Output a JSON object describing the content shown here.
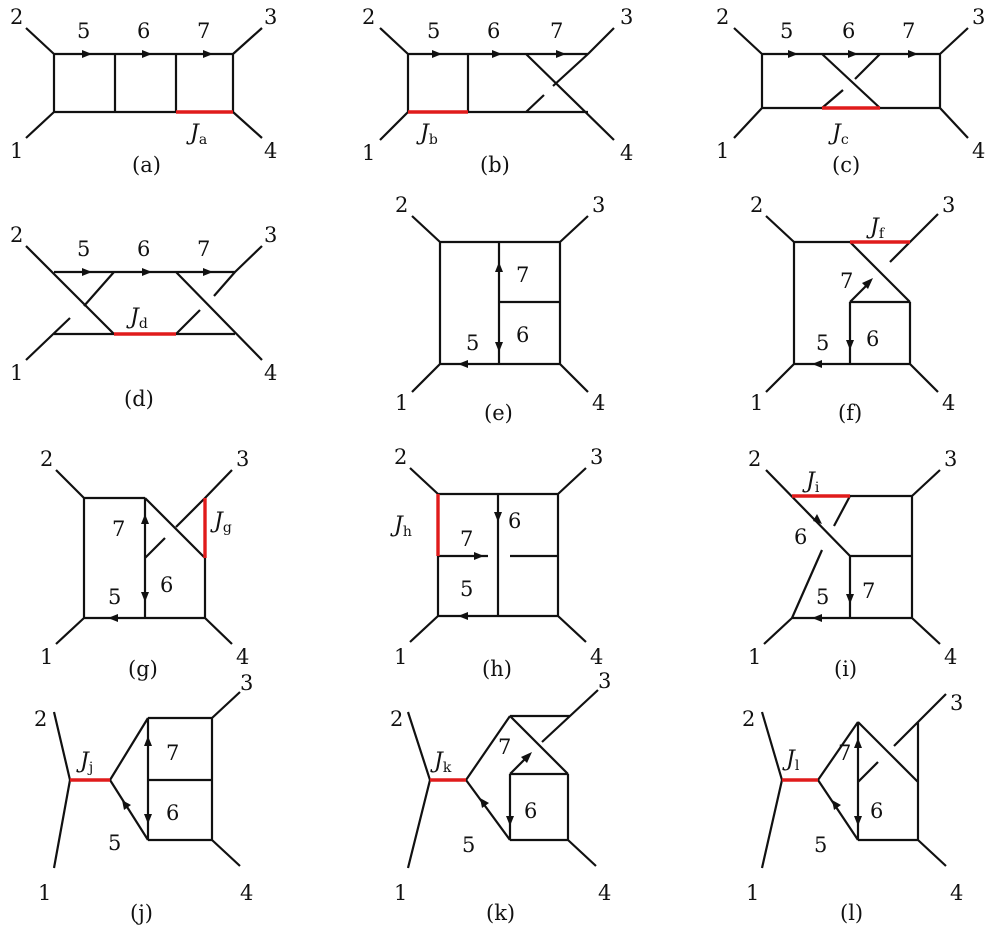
{
  "line_color": "#111111",
  "highlight_color": "#e01b1b",
  "panels": {
    "a": {
      "caption": "(a)",
      "integral": "J",
      "sub": "a",
      "ext": [
        "1",
        "2",
        "3",
        "4"
      ],
      "props": [
        "5",
        "6",
        "7"
      ]
    },
    "b": {
      "caption": "(b)",
      "integral": "J",
      "sub": "b",
      "ext": [
        "1",
        "2",
        "3",
        "4"
      ],
      "props": [
        "5",
        "6",
        "7"
      ]
    },
    "c": {
      "caption": "(c)",
      "integral": "J",
      "sub": "c",
      "ext": [
        "1",
        "2",
        "3",
        "4"
      ],
      "props": [
        "5",
        "6",
        "7"
      ]
    },
    "d": {
      "caption": "(d)",
      "integral": "J",
      "sub": "d",
      "ext": [
        "1",
        "2",
        "3",
        "4"
      ],
      "props": [
        "5",
        "6",
        "7"
      ]
    },
    "e": {
      "caption": "(e)",
      "ext": [
        "1",
        "2",
        "3",
        "4"
      ],
      "props": [
        "5",
        "6",
        "7"
      ]
    },
    "f": {
      "caption": "(f)",
      "integral": "J",
      "sub": "f",
      "ext": [
        "1",
        "2",
        "3",
        "4"
      ],
      "props": [
        "5",
        "6",
        "7"
      ]
    },
    "g": {
      "caption": "(g)",
      "integral": "J",
      "sub": "g",
      "ext": [
        "1",
        "2",
        "3",
        "4"
      ],
      "props": [
        "5",
        "6",
        "7"
      ]
    },
    "h": {
      "caption": "(h)",
      "integral": "J",
      "sub": "h",
      "ext": [
        "1",
        "2",
        "3",
        "4"
      ],
      "props": [
        "5",
        "6",
        "7"
      ]
    },
    "i": {
      "caption": "(i)",
      "integral": "J",
      "sub": "i",
      "ext": [
        "1",
        "2",
        "3",
        "4"
      ],
      "props": [
        "5",
        "6",
        "7"
      ]
    },
    "j": {
      "caption": "(j)",
      "integral": "J",
      "sub": "j",
      "ext": [
        "1",
        "2",
        "3",
        "4"
      ],
      "props": [
        "5",
        "6",
        "7"
      ]
    },
    "k": {
      "caption": "(k)",
      "integral": "J",
      "sub": "k",
      "ext": [
        "1",
        "2",
        "3",
        "4"
      ],
      "props": [
        "5",
        "6",
        "7"
      ]
    },
    "l": {
      "caption": "(l)",
      "integral": "J",
      "sub": "l",
      "ext": [
        "1",
        "2",
        "3",
        "4"
      ],
      "props": [
        "5",
        "6",
        "7"
      ]
    }
  }
}
